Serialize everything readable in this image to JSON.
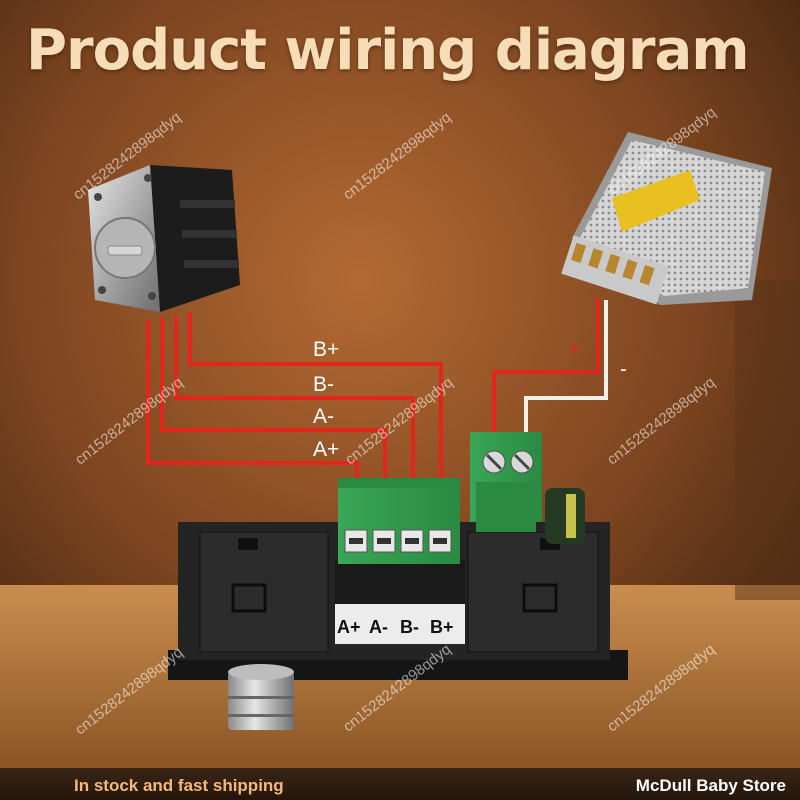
{
  "title": "Product wiring diagram",
  "wire_labels": [
    "B+",
    "B-",
    "A-",
    "A+"
  ],
  "terminal_labels": [
    "A+",
    "A-",
    "B-",
    "B+"
  ],
  "psu": {
    "plus": "+",
    "minus": "-"
  },
  "watermark": "cn1528242898qdyq",
  "footer": {
    "left": "In stock and fast shipping",
    "right": "McDull Baby Store"
  },
  "colors": {
    "wire_red": "#e3261c",
    "wire_white": "#f2efe8",
    "terminal_green": "#2f9b4a",
    "title_text": "#f6ddb8",
    "footer_left_text": "#f4b878"
  }
}
